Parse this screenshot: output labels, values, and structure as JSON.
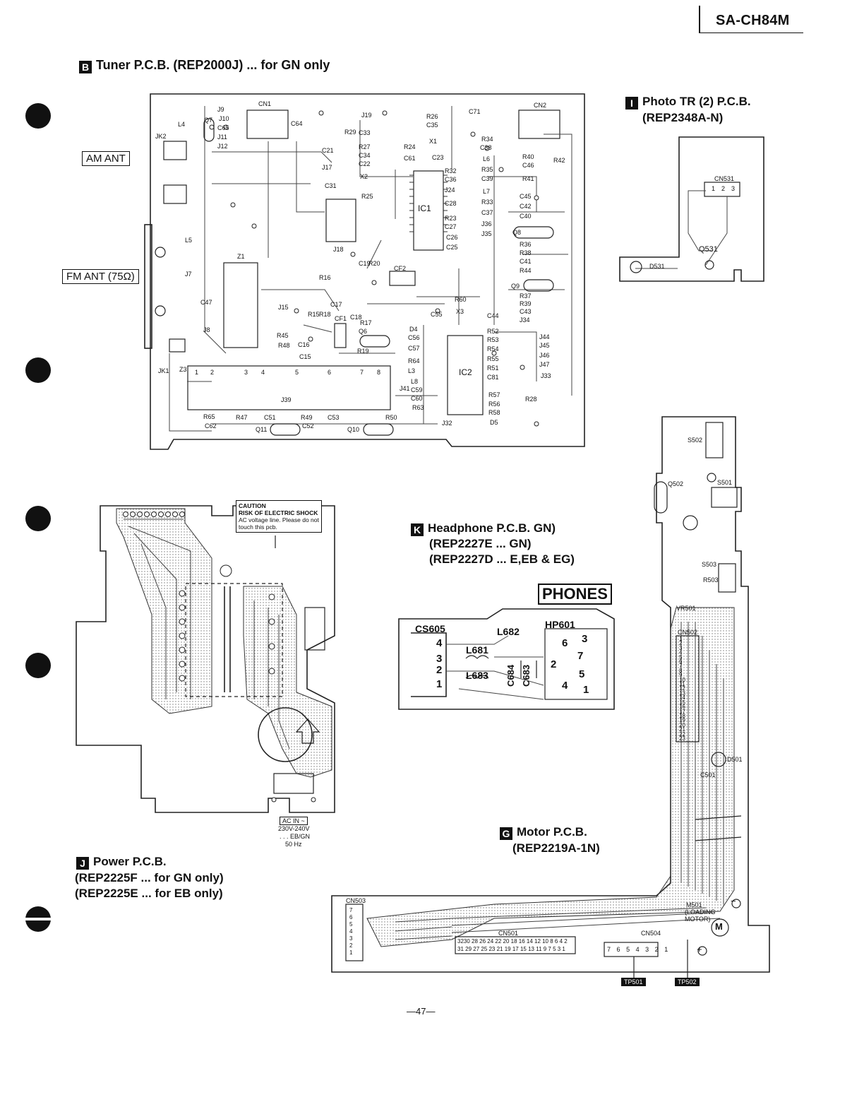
{
  "header": {
    "model": "SA-CH84M"
  },
  "page": {
    "number": "—47—"
  },
  "tuner": {
    "badge": "B",
    "title": "Tuner P.C.B. (REP2000J) ... for GN only",
    "am_ant": "AM ANT",
    "fm_ant": "FM ANT (75Ω)",
    "parts": [
      "CN1",
      "CN2",
      "J9",
      "J10",
      "Q7",
      "L4",
      "C65",
      "J11",
      "J12",
      "C64",
      "J19",
      "C71",
      "R26",
      "C35",
      "R29",
      "C33",
      "X1",
      "R34",
      "C38",
      "R27",
      "C34",
      "C21",
      "C22",
      "R24",
      "C61",
      "C23",
      "L6",
      "R40",
      "C46",
      "R42",
      "J17",
      "X2",
      "R32",
      "C36",
      "R35",
      "C39",
      "R41",
      "C31",
      "R25",
      "L7",
      "IC1",
      "J24",
      "C28",
      "C45",
      "C42",
      "C40",
      "R33",
      "C37",
      "R23",
      "C27",
      "Q8",
      "J36",
      "J35",
      "C26",
      "C25",
      "J18",
      "R36",
      "R38",
      "Z1",
      "C41",
      "R44",
      "CF2",
      "Q9",
      "R37",
      "R39",
      "C43",
      "J34",
      "R60",
      "C55",
      "X3",
      "C44",
      "R17",
      "CF1",
      "Q6",
      "R52",
      "R53",
      "J44",
      "J45",
      "R54",
      "J46",
      "R55",
      "J47",
      "C16",
      "R48",
      "R19",
      "C15",
      "C57",
      "C56",
      "R64",
      "L3",
      "R51",
      "C81",
      "J33",
      "IC2",
      "L8",
      "C59",
      "C60",
      "R57",
      "R56",
      "R58",
      "R28",
      "R63",
      "J39",
      "Z3",
      "R65",
      "R47",
      "C51",
      "R49",
      "C53",
      "R50",
      "C62",
      "Q11",
      "C52",
      "Q10",
      "D5",
      "D4",
      "J41",
      "J32",
      "C47",
      "R45",
      "L5",
      "J7",
      "JK1",
      "JK2",
      "J8",
      "J15",
      "R15",
      "R18",
      "R16",
      "C17",
      "C18",
      "R20",
      "C19"
    ],
    "z3_pins": [
      "1",
      "2",
      "3",
      "4",
      "5",
      "6",
      "7",
      "8"
    ]
  },
  "photo_tr": {
    "badge": "I",
    "title": "Photo TR (2) P.C.B.",
    "model": "(REP2348A-N)",
    "parts": [
      "CN531",
      "Q531",
      "D531"
    ],
    "pins": [
      "1",
      "2",
      "3"
    ]
  },
  "power": {
    "badge": "J",
    "title": "Power P.C.B.",
    "line1": "(REP2225F ... for GN only)",
    "line2": "(REP2225E ... for EB only)",
    "caution": [
      "CAUTION",
      "RISK OF ELECTRIC SHOCK",
      "AC voltage line. Please do not",
      "touch this pcb."
    ],
    "ac_in": "AC IN ~",
    "voltage": "230V-240V",
    "region": ". . . EB/GN",
    "freq": "50 Hz"
  },
  "headphone": {
    "badge": "K",
    "title": "Headphone P.C.B. GN)",
    "line1": "(REP2227E ... GN)",
    "line2": "(REP2227D ... E,EB & EG)",
    "phones": "PHONES",
    "parts": [
      "CS605",
      "L682",
      "L681",
      "L683",
      "C684",
      "C683",
      "HP601"
    ],
    "cs_pins": [
      "4",
      "3",
      "2",
      "1"
    ],
    "hp_pins": [
      "6",
      "3",
      "7",
      "2",
      "5",
      "4",
      "1"
    ]
  },
  "motor": {
    "badge": "G",
    "title": "Motor P.C.B.",
    "model": "(REP2219A-1N)",
    "parts": [
      "S502",
      "S501",
      "Q502",
      "S503",
      "R503",
      "VR501",
      "CN502",
      "C501",
      "D501",
      "CN503",
      "CN501",
      "CN504",
      "M501",
      "(LOADING",
      "MOTOR)"
    ],
    "tp501": "TP501",
    "tp502": "TP502",
    "cn502_pins": [
      "1",
      "2",
      "3",
      "4",
      "5",
      "6",
      "7",
      "8",
      "9",
      "10",
      "11",
      "12",
      "13",
      "14",
      "15",
      "16",
      "17",
      "18",
      "19",
      "20",
      "21",
      "22",
      "23"
    ],
    "cn503_pins": [
      "7",
      "6",
      "5",
      "4",
      "3",
      "2",
      "1"
    ],
    "cn504_pins": [
      "7",
      "6",
      "5",
      "4",
      "3",
      "2",
      "1"
    ],
    "cn501_top": "3230 28 26 24 22 20 18 16 14 12 10 8 6 4 2",
    "cn501_bottom": "31 29 27 25 23 21 19 17 15 13 11 9 7 5 3 1"
  }
}
